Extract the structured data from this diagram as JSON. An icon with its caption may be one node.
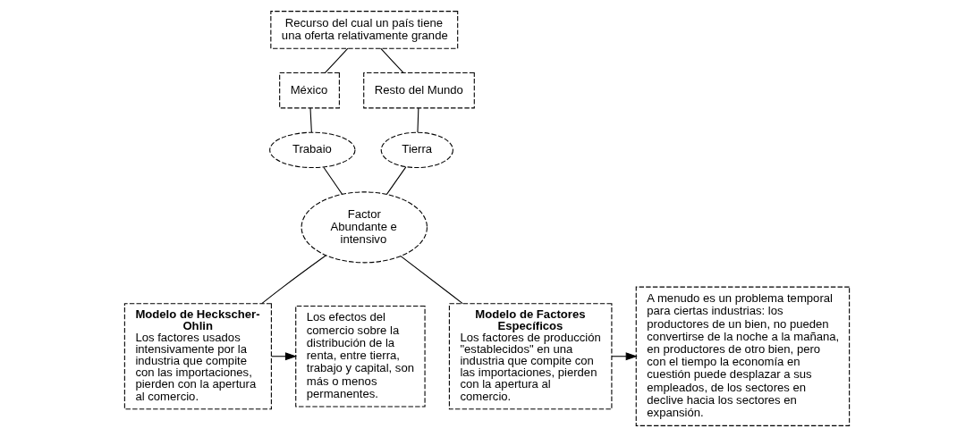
{
  "diagram": {
    "nodes": [
      {
        "text": [
          "Recurso del cual un país tiene una oferta relativamente grande"
        ]
      },
      {
        "text": [
          "México"
        ]
      },
      {
        "text": [
          "Resto del Mundo"
        ]
      },
      {
        "text": [
          "Trabaio"
        ]
      },
      {
        "text": [
          "Tierra"
        ]
      },
      {
        "text": [
          "Factor Abundante e intensivo"
        ]
      },
      {
        "text": [
          "Los efectos del comercio sobre la distribución de la renta, entre tierra, trabajo y capital, son más o menos permanentes."
        ]
      },
      {
        "text": [
          "Modelo de Heckscher-Ohlin",
          "Los factores usados intensivamente por la industria que compite con las importaciones, pierden con la apertura al comercio."
        ]
      },
      {
        "text": [
          "Modelo de Factores Específicos",
          "Los factores de producción \"establecidos\" en una industria que compite con las importaciones, pierden con la apertura al comercio."
        ]
      },
      {
        "text": [
          "A menudo es un problema temporal para ciertas industrias: los productores de un bien, no pueden convertirse de la noche a la mañana, en productores de otro bien, pero con el tiempo la economía en cuestión puede desplazar a sus empleados, de los sectores en declive hacia los sectores en expansión."
        ]
      }
    ],
    "edges": [
      {
        "from": 0,
        "to": 1,
        "arrow": "none"
      },
      {
        "from": 0,
        "to": 2,
        "arrow": "none"
      },
      {
        "from": 1,
        "to": 3,
        "arrow": "none"
      },
      {
        "from": 2,
        "to": 4,
        "arrow": "none"
      },
      {
        "from": 3,
        "to": 5,
        "arrow": "none"
      },
      {
        "from": 4,
        "to": 5,
        "arrow": "none"
      },
      {
        "from": 5,
        "to": 7,
        "arrow": "none"
      },
      {
        "from": 5,
        "to": 8,
        "arrow": "none"
      },
      {
        "from": 7,
        "to": 6,
        "arrow": "to"
      },
      {
        "from": 8,
        "to": 9,
        "arrow": "to"
      }
    ]
  }
}
